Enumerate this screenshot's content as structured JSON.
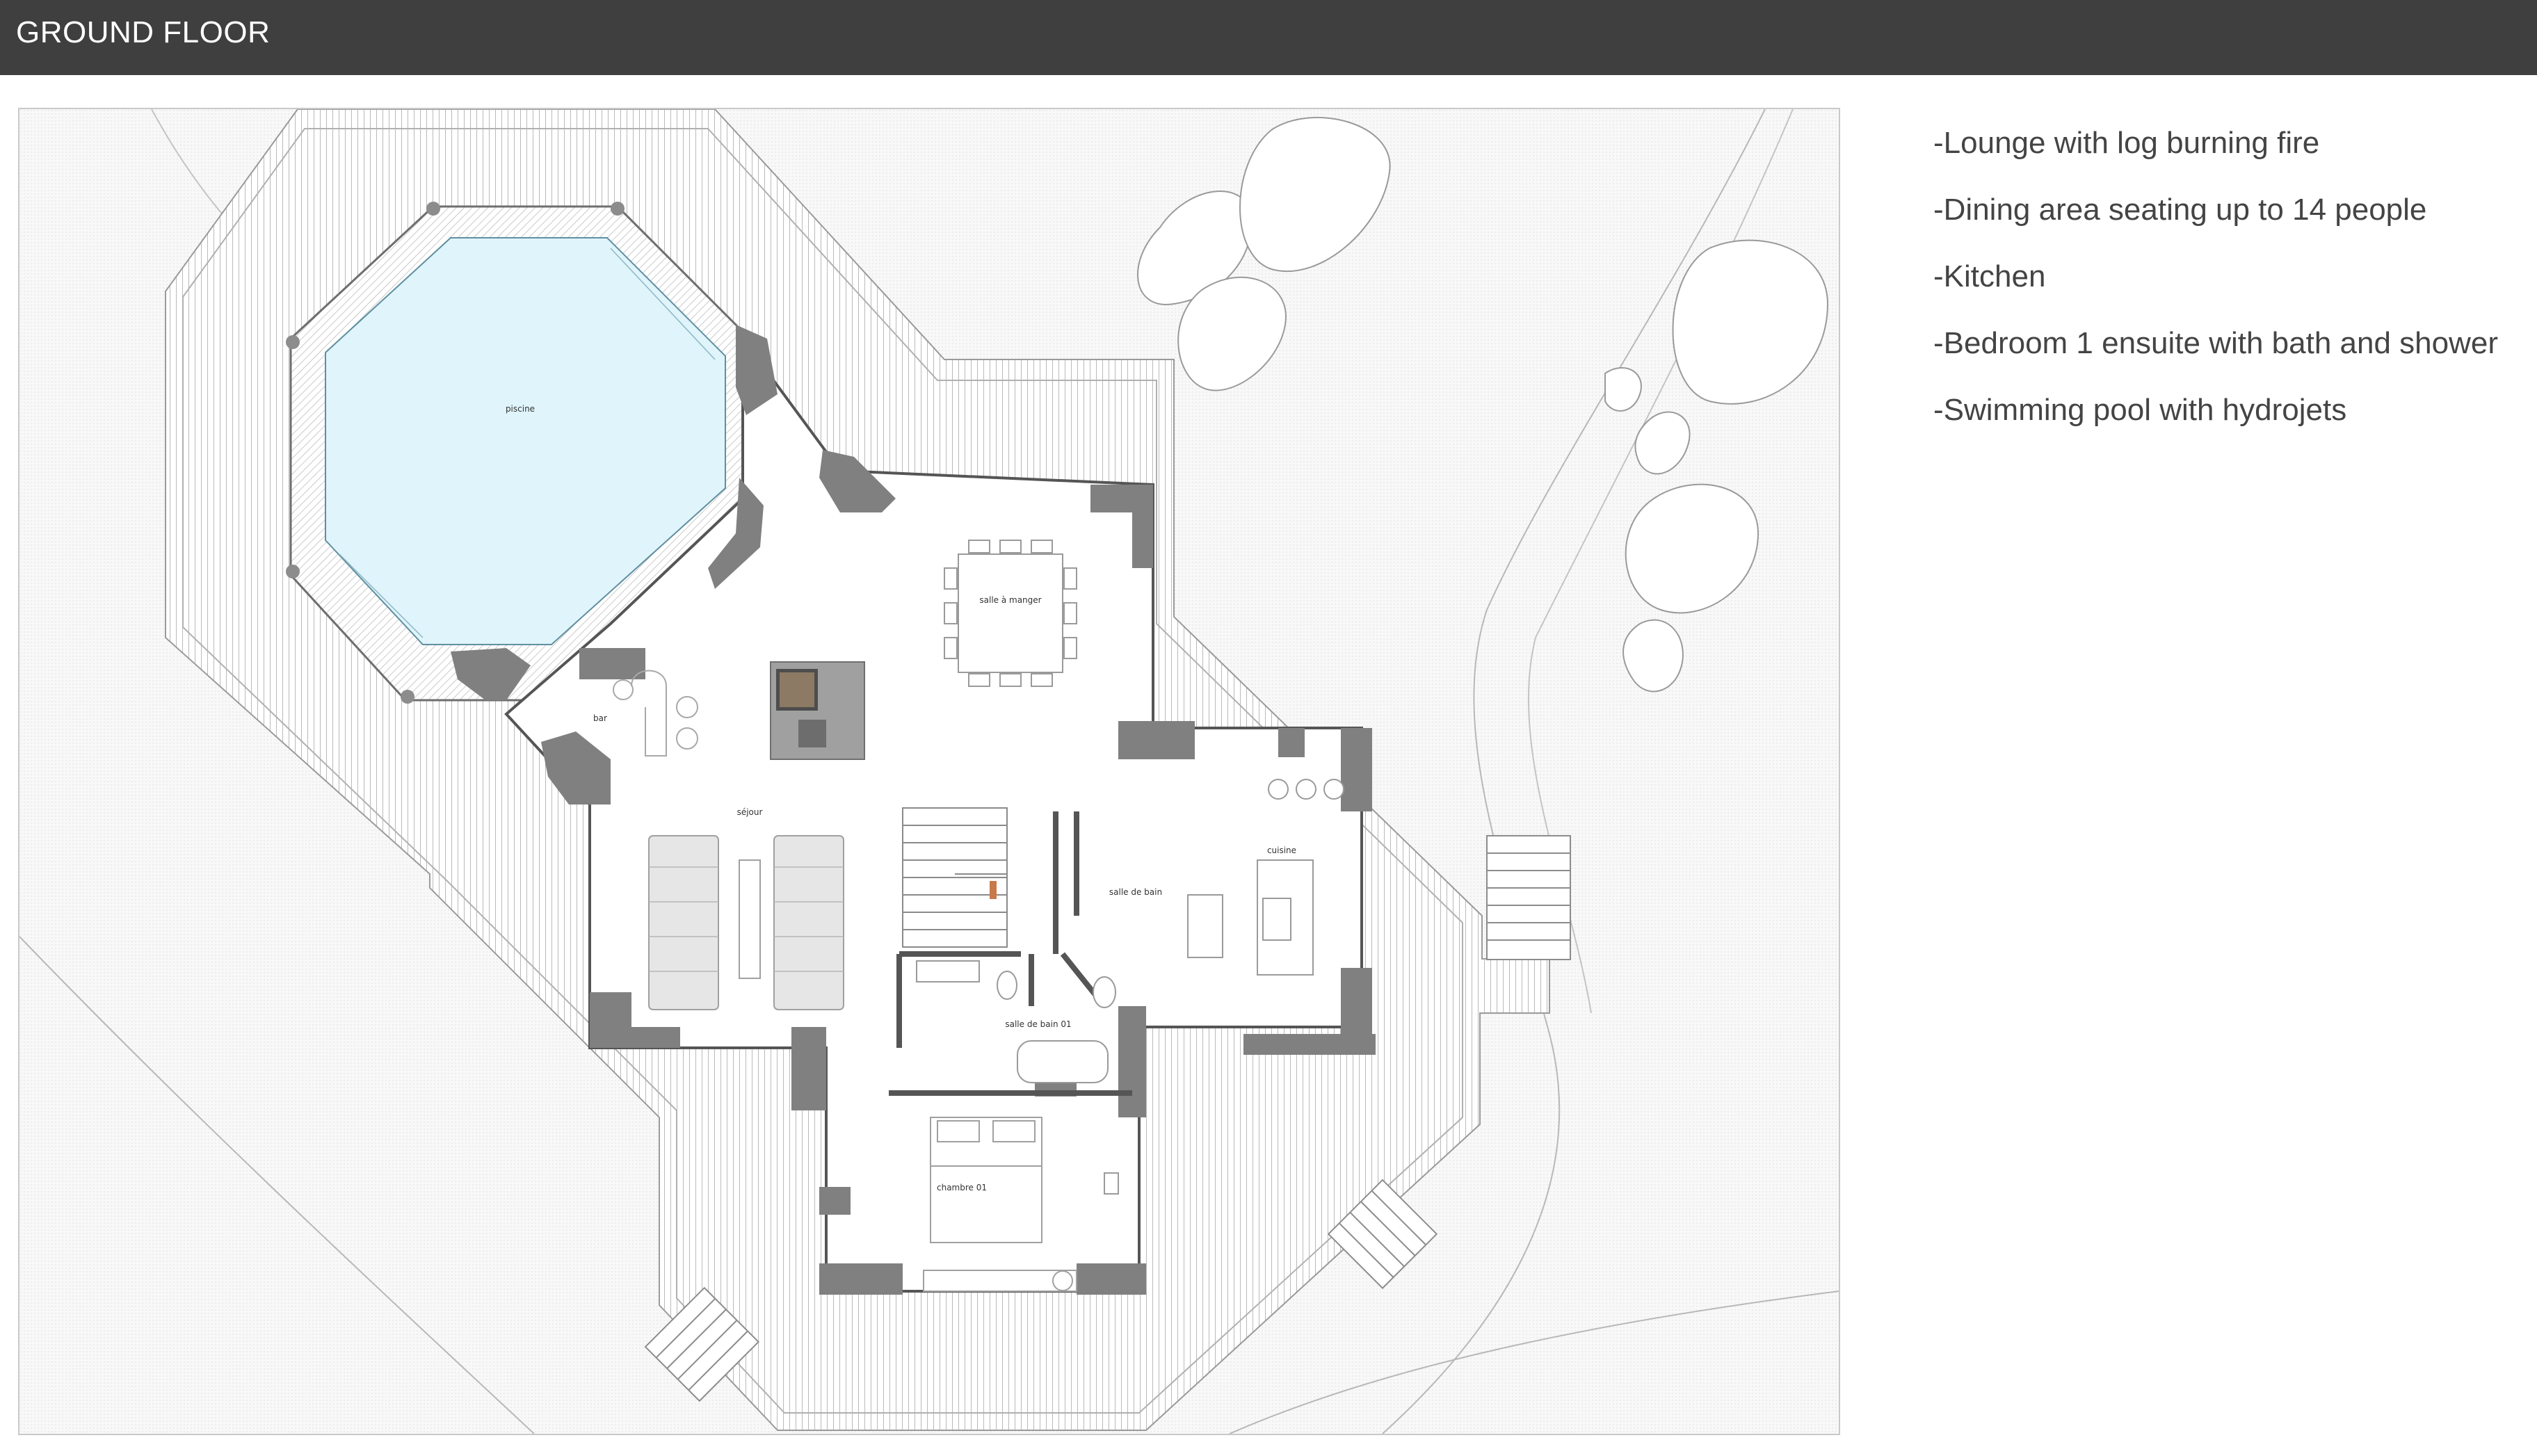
{
  "header": {
    "title": "GROUND FLOOR"
  },
  "features": [
    "-Lounge with log burning fire",
    "-Dining area seating up to 14 people",
    "-Kitchen",
    "-Bedroom 1 ensuite with bath and shower",
    "-Swimming pool with hydrojets"
  ],
  "plan": {
    "rooms": {
      "pool": "piscine",
      "bar": "bar",
      "lounge": "séjour",
      "dining": "salle à manger",
      "kitchen": "cuisine",
      "bathroom": "salle de bain",
      "ensuite": "salle de bain 01",
      "bedroom": "chambre 01"
    }
  },
  "colors": {
    "header_bg": "#3f3f3f",
    "header_text": "#ffffff",
    "pool_water": "#dff4fb",
    "wall": "#808080",
    "text": "#444444"
  }
}
